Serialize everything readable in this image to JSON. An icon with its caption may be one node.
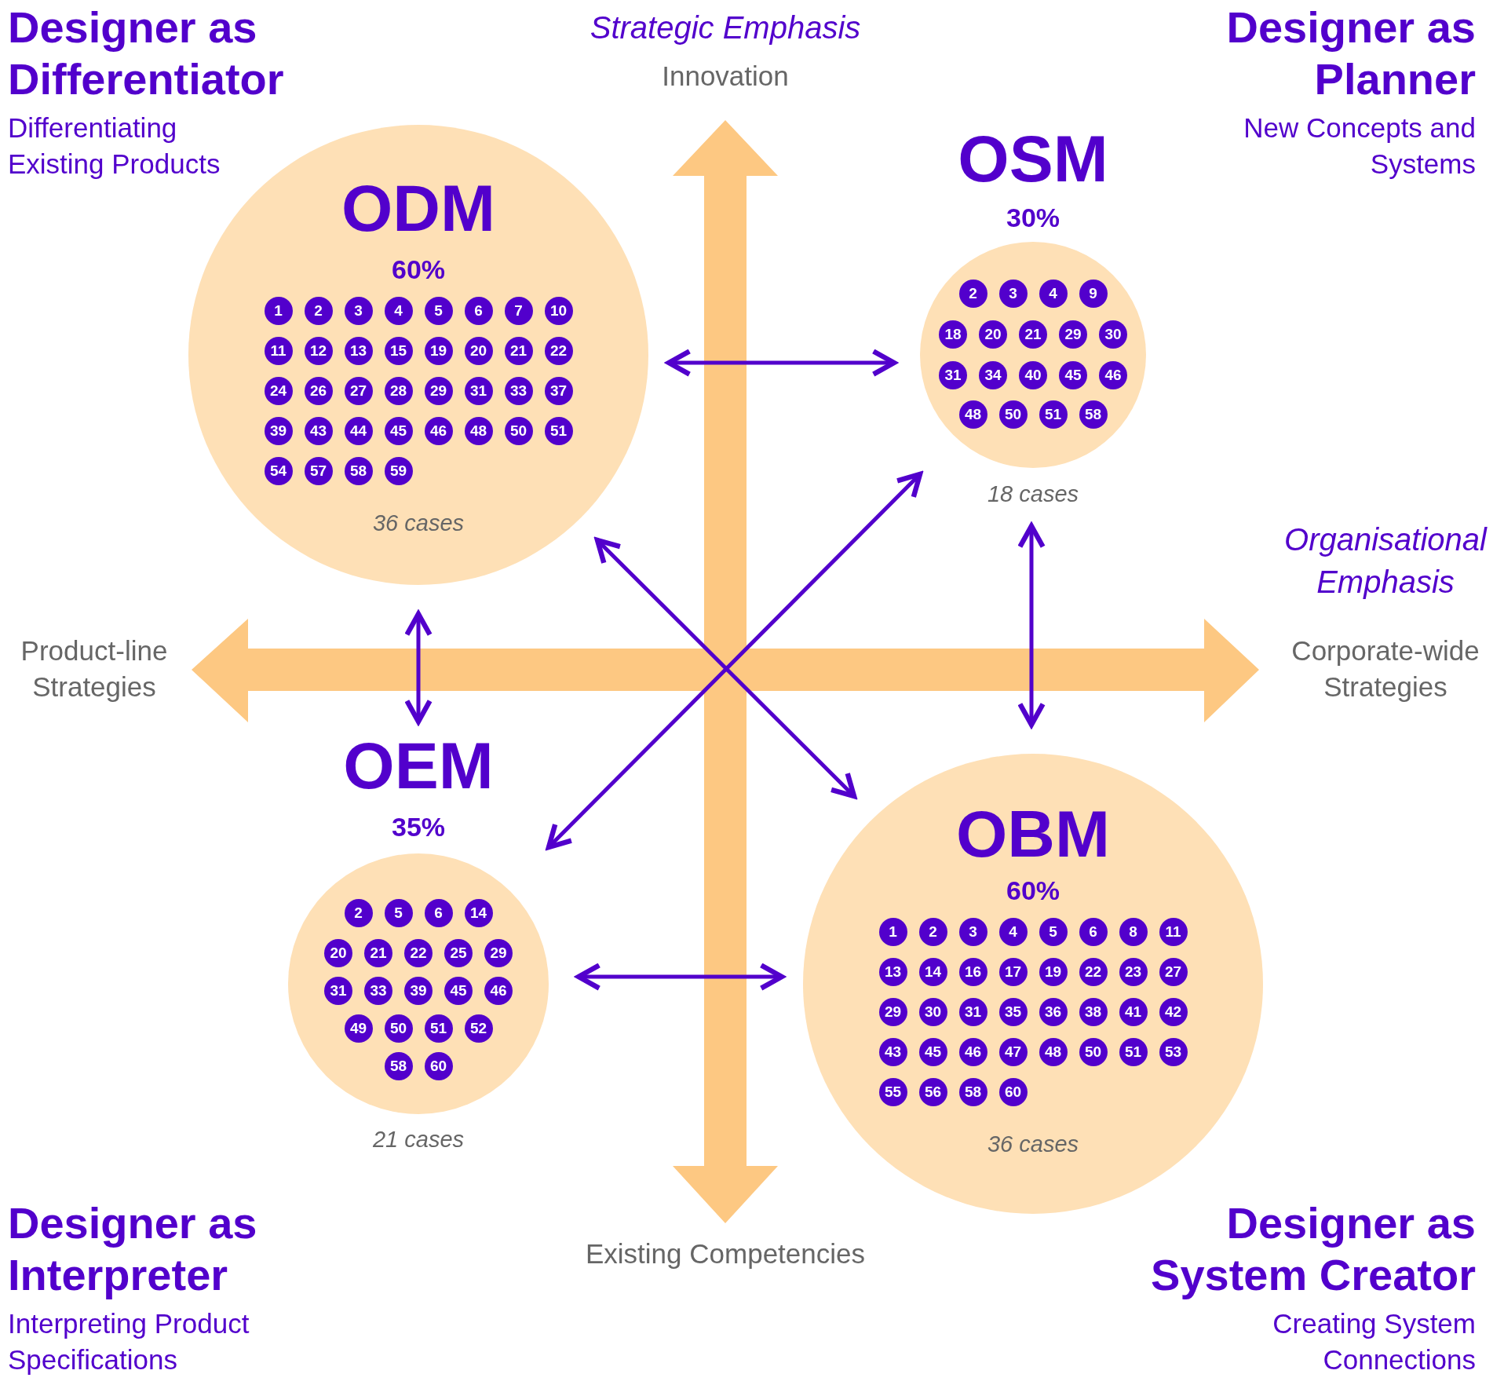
{
  "diagram": {
    "nodes": [
      {
        "text": [
          "ODM",
          "60%",
          "36 cases"
        ]
      },
      {
        "text": [
          "1"
        ],
        "in": 0
      },
      {
        "text": [
          "2"
        ],
        "in": 0
      },
      {
        "text": [
          "3"
        ],
        "in": 0
      },
      {
        "text": [
          "4"
        ],
        "in": 0
      },
      {
        "text": [
          "5"
        ],
        "in": 0
      },
      {
        "text": [
          "6"
        ],
        "in": 0
      },
      {
        "text": [
          "7"
        ],
        "in": 0
      },
      {
        "text": [
          "10"
        ],
        "in": 0
      },
      {
        "text": [
          "11"
        ],
        "in": 0
      },
      {
        "text": [
          "12"
        ],
        "in": 0
      },
      {
        "text": [
          "13"
        ],
        "in": 0
      },
      {
        "text": [
          "15"
        ],
        "in": 0
      },
      {
        "text": [
          "19"
        ],
        "in": 0
      },
      {
        "text": [
          "20"
        ],
        "in": 0
      },
      {
        "text": [
          "21"
        ],
        "in": 0
      },
      {
        "text": [
          "22"
        ],
        "in": 0
      },
      {
        "text": [
          "24"
        ],
        "in": 0
      },
      {
        "text": [
          "26"
        ],
        "in": 0
      },
      {
        "text": [
          "27"
        ],
        "in": 0
      },
      {
        "text": [
          "28"
        ],
        "in": 0
      },
      {
        "text": [
          "29"
        ],
        "in": 0
      },
      {
        "text": [
          "31"
        ],
        "in": 0
      },
      {
        "text": [
          "33"
        ],
        "in": 0
      },
      {
        "text": [
          "37"
        ],
        "in": 0
      },
      {
        "text": [
          "39"
        ],
        "in": 0
      },
      {
        "text": [
          "43"
        ],
        "in": 0
      },
      {
        "text": [
          "44"
        ],
        "in": 0
      },
      {
        "text": [
          "45"
        ],
        "in": 0
      },
      {
        "text": [
          "46"
        ],
        "in": 0
      },
      {
        "text": [
          "48"
        ],
        "in": 0
      },
      {
        "text": [
          "50"
        ],
        "in": 0
      },
      {
        "text": [
          "51"
        ],
        "in": 0
      },
      {
        "text": [
          "54"
        ],
        "in": 0
      },
      {
        "text": [
          "57"
        ],
        "in": 0
      },
      {
        "text": [
          "58"
        ],
        "in": 0
      },
      {
        "text": [
          "59"
        ],
        "in": 0
      },
      {
        "text": [
          "OSM",
          "30%"
        ],
        "beside": [
          "18 cases"
        ]
      },
      {
        "text": [
          "2"
        ],
        "in": 37
      },
      {
        "text": [
          "3"
        ],
        "in": 37
      },
      {
        "text": [
          "4"
        ],
        "in": 37
      },
      {
        "text": [
          "9"
        ],
        "in": 37
      },
      {
        "text": [
          "18"
        ],
        "in": 37
      },
      {
        "text": [
          "20"
        ],
        "in": 37
      },
      {
        "text": [
          "21"
        ],
        "in": 37
      },
      {
        "text": [
          "29"
        ],
        "in": 37
      },
      {
        "text": [
          "30"
        ],
        "in": 37
      },
      {
        "text": [
          "31"
        ],
        "in": 37
      },
      {
        "text": [
          "34"
        ],
        "in": 37
      },
      {
        "text": [
          "40"
        ],
        "in": 37
      },
      {
        "text": [
          "45"
        ],
        "in": 37
      },
      {
        "text": [
          "46"
        ],
        "in": 37
      },
      {
        "text": [
          "48"
        ],
        "in": 37
      },
      {
        "text": [
          "50"
        ],
        "in": 37
      },
      {
        "text": [
          "51"
        ],
        "in": 37
      },
      {
        "text": [
          "58"
        ],
        "in": 37
      },
      {
        "text": [
          "OEM",
          "35%"
        ],
        "beside": [
          "21 cases"
        ]
      },
      {
        "text": [
          "2"
        ],
        "in": 56
      },
      {
        "text": [
          "5"
        ],
        "in": 56
      },
      {
        "text": [
          "6"
        ],
        "in": 56
      },
      {
        "text": [
          "14"
        ],
        "in": 56
      },
      {
        "text": [
          "20"
        ],
        "in": 56
      },
      {
        "text": [
          "21"
        ],
        "in": 56
      },
      {
        "text": [
          "22"
        ],
        "in": 56
      },
      {
        "text": [
          "25"
        ],
        "in": 56
      },
      {
        "text": [
          "29"
        ],
        "in": 56
      },
      {
        "text": [
          "31"
        ],
        "in": 56
      },
      {
        "text": [
          "33"
        ],
        "in": 56
      },
      {
        "text": [
          "39"
        ],
        "in": 56
      },
      {
        "text": [
          "45"
        ],
        "in": 56
      },
      {
        "text": [
          "46"
        ],
        "in": 56
      },
      {
        "text": [
          "49"
        ],
        "in": 56
      },
      {
        "text": [
          "50"
        ],
        "in": 56
      },
      {
        "text": [
          "51"
        ],
        "in": 56
      },
      {
        "text": [
          "52"
        ],
        "in": 56
      },
      {
        "text": [
          "58"
        ],
        "in": 56
      },
      {
        "text": [
          "60"
        ],
        "in": 56
      },
      {
        "text": [
          "OBM",
          "60%",
          "36 cases"
        ]
      },
      {
        "text": [
          "1"
        ],
        "in": 77
      },
      {
        "text": [
          "2"
        ],
        "in": 77
      },
      {
        "text": [
          "3"
        ],
        "in": 77
      },
      {
        "text": [
          "4"
        ],
        "in": 77
      },
      {
        "text": [
          "5"
        ],
        "in": 77
      },
      {
        "text": [
          "6"
        ],
        "in": 77
      },
      {
        "text": [
          "8"
        ],
        "in": 77
      },
      {
        "text": [
          "11"
        ],
        "in": 77
      },
      {
        "text": [
          "13"
        ],
        "in": 77
      },
      {
        "text": [
          "14"
        ],
        "in": 77
      },
      {
        "text": [
          "16"
        ],
        "in": 77
      },
      {
        "text": [
          "17"
        ],
        "in": 77
      },
      {
        "text": [
          "19"
        ],
        "in": 77
      },
      {
        "text": [
          "22"
        ],
        "in": 77
      },
      {
        "text": [
          "23"
        ],
        "in": 77
      },
      {
        "text": [
          "27"
        ],
        "in": 77
      },
      {
        "text": [
          "29"
        ],
        "in": 77
      },
      {
        "text": [
          "30"
        ],
        "in": 77
      },
      {
        "text": [
          "31"
        ],
        "in": 77
      },
      {
        "text": [
          "35"
        ],
        "in": 77
      },
      {
        "text": [
          "36"
        ],
        "in": 77
      },
      {
        "text": [
          "38"
        ],
        "in": 77
      },
      {
        "text": [
          "41"
        ],
        "in": 77
      },
      {
        "text": [
          "42"
        ],
        "in": 77
      },
      {
        "text": [
          "43"
        ],
        "in": 77
      },
      {
        "text": [
          "45"
        ],
        "in": 77
      },
      {
        "text": [
          "46"
        ],
        "in": 77
      },
      {
        "text": [
          "47"
        ],
        "in": 77
      },
      {
        "text": [
          "48"
        ],
        "in": 77
      },
      {
        "text": [
          "50"
        ],
        "in": 77
      },
      {
        "text": [
          "51"
        ],
        "in": 77
      },
      {
        "text": [
          "53"
        ],
        "in": 77
      },
      {
        "text": [
          "55"
        ],
        "in": 77
      },
      {
        "text": [
          "56"
        ],
        "in": 77
      },
      {
        "text": [
          "58"
        ],
        "in": 77
      },
      {
        "text": [
          "60"
        ],
        "in": 77
      }
    ],
    "edges": [
      {
        "from": 0,
        "to": 37,
        "arrow": "both"
      },
      {
        "from": 0,
        "to": 56,
        "arrow": "both"
      },
      {
        "from": 37,
        "to": 77,
        "arrow": "both"
      },
      {
        "from": 56,
        "to": 77,
        "arrow": "both"
      },
      {
        "from": 0,
        "to": 77,
        "arrow": "both"
      },
      {
        "from": 37,
        "to": 56,
        "arrow": "both"
      }
    ],
    "labels": [
      "Designer as Differentiator",
      "Differentiating Existing Products",
      "Strategic Emphasis",
      "Innovation",
      "Designer as Planner",
      "New Concepts and Systems",
      "Organisational Emphasis",
      "Product-line Strategies",
      "Corporate-wide Strategies",
      "Designer as Interpreter",
      "Interpreting Product Specifications",
      "Existing Competencies",
      "Designer as System Creator",
      "Creating System Connections"
    ]
  }
}
